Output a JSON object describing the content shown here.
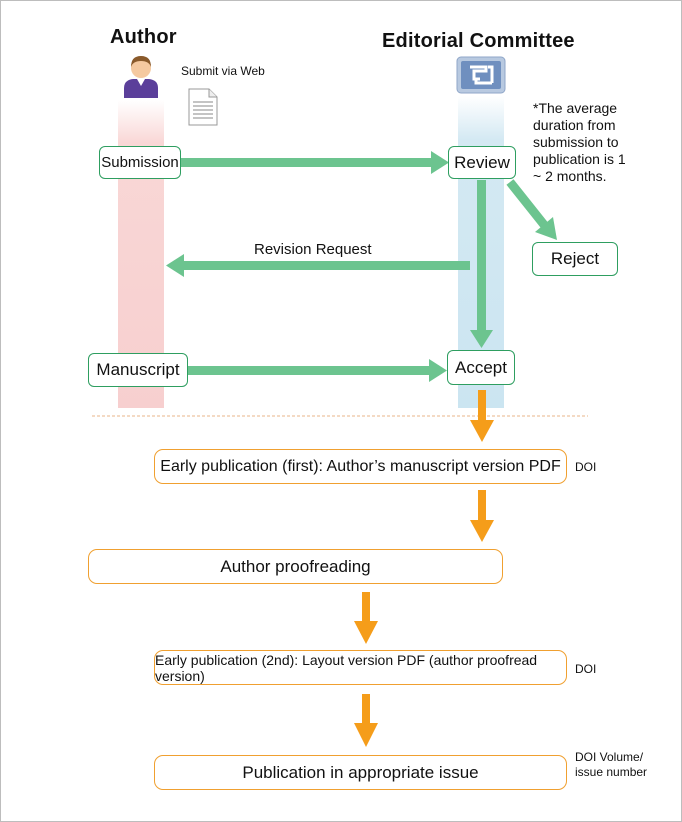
{
  "author": {
    "heading": "Author",
    "submit_label": "Submit via Web",
    "submission": "Submission",
    "manuscript": "Manuscript"
  },
  "editor": {
    "heading": "Editorial Committee",
    "review": "Review",
    "reject": "Reject",
    "accept": "Accept",
    "note": "*The average duration from submission to publication is 1 ~ 2 months."
  },
  "revision_request": "Revision Request",
  "steps": [
    {
      "label": "Early publication (first): Author’s manuscript version PDF",
      "side": "DOI"
    },
    {
      "label": "Author proofreading",
      "side": ""
    },
    {
      "label": "Early publication (2nd): Layout version PDF (author proofread version)",
      "side": "DOI"
    },
    {
      "label": "Publication in appropriate issue",
      "side": "DOI Volume/ issue number"
    }
  ],
  "colors": {
    "green_arrow": "#6cc48f",
    "orange_arrow": "#f59d1a",
    "green_border": "#2e9e60",
    "orange_border": "#f0a030"
  },
  "icons": [
    "author-person-icon",
    "document-icon",
    "editorial-committee-logo-icon"
  ]
}
